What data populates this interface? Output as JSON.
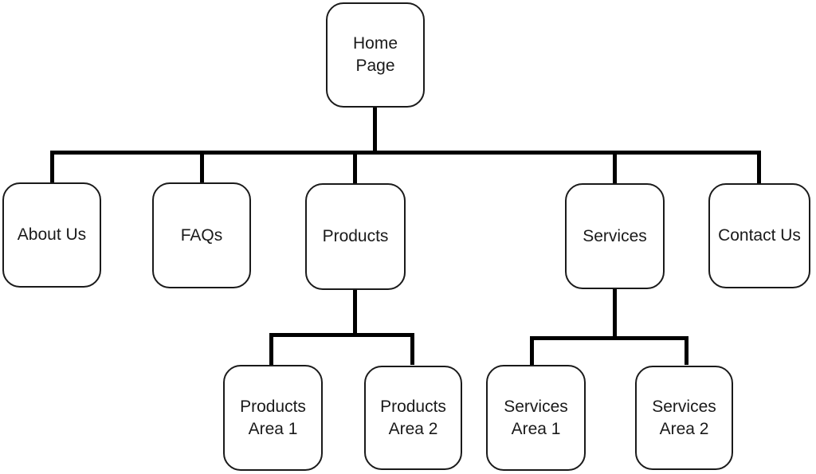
{
  "diagram": {
    "type": "sitemap-tree",
    "nodes": {
      "home_page": {
        "label": "Home Page"
      },
      "about_us": {
        "label": "About Us"
      },
      "faqs": {
        "label": "FAQs"
      },
      "products": {
        "label": "Products"
      },
      "services": {
        "label": "Services"
      },
      "contact_us": {
        "label": "Contact Us"
      },
      "products_area_1": {
        "label": "Products\nArea 1"
      },
      "products_area_2": {
        "label": "Products\nArea 2"
      },
      "services_area_1": {
        "label": "Services\nArea 1"
      },
      "services_area_2": {
        "label": "Services\nArea 2"
      }
    },
    "edges": [
      [
        "Home Page",
        "About Us"
      ],
      [
        "Home Page",
        "FAQs"
      ],
      [
        "Home Page",
        "Products"
      ],
      [
        "Home Page",
        "Services"
      ],
      [
        "Home Page",
        "Contact Us"
      ],
      [
        "Products",
        "Products Area 1"
      ],
      [
        "Products",
        "Products Area 2"
      ],
      [
        "Services",
        "Services Area 1"
      ],
      [
        "Services",
        "Services Area 2"
      ]
    ],
    "colors": {
      "background": "#ffffff",
      "line": "#000000",
      "box_border": "#1a1a1a",
      "box_fill": "#ffffff",
      "text": "#1a1a1a"
    }
  }
}
